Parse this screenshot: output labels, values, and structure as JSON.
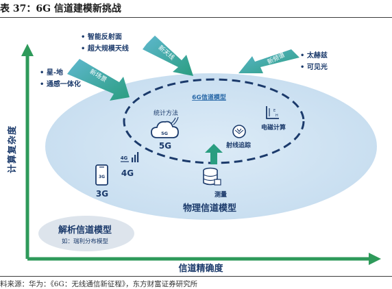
{
  "header": {
    "title": "表 37：6G 信道建模新挑战"
  },
  "axes": {
    "x_label": "信道精确度",
    "y_label": "计算复杂度"
  },
  "ellipses": {
    "outer_label": "物理信道模型",
    "inner_label": "6G信道模型",
    "small_title": "解析信道模型",
    "small_example": "如：瑞利分布模型"
  },
  "nodes": {
    "g3": "3G",
    "g4": "4G",
    "g5": "5G",
    "stat": "统计方法",
    "ray": "射线追踪",
    "em": "电磁计算",
    "measure": "测量"
  },
  "icons": {
    "phone_3g": "3G",
    "tower_4g": "4G",
    "cloud_5g": "5G"
  },
  "arrows": {
    "scene": "新场景",
    "antenna": "新天线",
    "spectrum": "新频谱"
  },
  "bullets": {
    "scene": [
      "• 星-地",
      "• 通感一体化"
    ],
    "antenna": [
      "• 智能反射面",
      "• 超大规模天线"
    ],
    "spectrum": [
      "• 太赫兹",
      "• 可见光"
    ]
  },
  "footer": {
    "source": "料来源：华为：《6G：无线通信新征程》，东方财富证券研究所"
  },
  "colors": {
    "green": "#2e9a5a",
    "navy": "#1b3a6b",
    "blue_ellipse": "#cfe3f3",
    "teal": "#2d9d8f"
  }
}
